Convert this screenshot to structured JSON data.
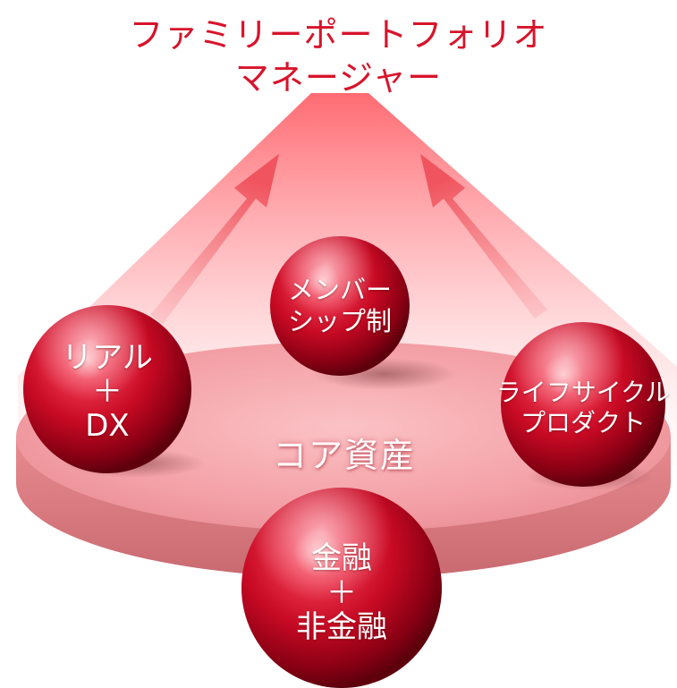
{
  "title": {
    "line1": "ファミリーポートフォリオ",
    "line2": "マネージャー"
  },
  "core": {
    "label": "コア資産"
  },
  "spheres": {
    "membership": {
      "line1": "メンバー",
      "line2": "シップ制"
    },
    "real_dx": {
      "line1": "リアル",
      "line2": "＋",
      "line3": "DX"
    },
    "lifecycle": {
      "line1": "ライフサイクル",
      "line2": "プロダクト"
    },
    "finance": {
      "line1": "金融",
      "line2": "＋",
      "line3": "非金融"
    }
  },
  "colors": {
    "title": "#d7142b",
    "sphere_dark": "#8a0014",
    "sphere_mid": "#d0102c",
    "sphere_light": "#ff8a96",
    "disk_top": "#f6a3a8",
    "disk_side": "#d97b80",
    "cone": "#ff6f76",
    "arrow": "#f27078"
  }
}
